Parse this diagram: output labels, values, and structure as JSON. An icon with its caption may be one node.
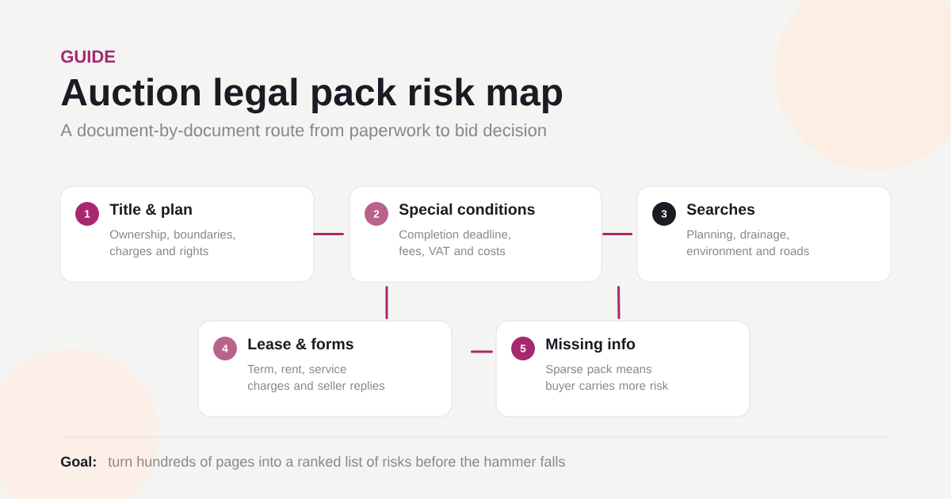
{
  "diagram": {
    "title": "Auction legal pack risk map",
    "nodes": [
      {
        "text": [
          "Title & plan",
          "Ownership, boundaries, charges and rights"
        ]
      },
      {
        "text": [
          "1"
        ],
        "in": 0
      },
      {
        "text": [
          "Special conditions",
          "Completion deadline, fees, VAT and costs"
        ]
      },
      {
        "text": [
          "2"
        ],
        "in": 2
      },
      {
        "text": [
          "Searches",
          "Planning, drainage, environment and roads"
        ]
      },
      {
        "text": [
          "3"
        ],
        "in": 4
      },
      {
        "text": [
          "Lease & forms",
          "Term, rent, service charges and seller replies"
        ]
      },
      {
        "text": [
          "4"
        ],
        "in": 6
      },
      {
        "text": [
          "Missing info",
          "Sparse pack means buyer carries more risk"
        ]
      },
      {
        "text": [
          "5"
        ],
        "in": 8
      }
    ],
    "edges": [
      {
        "from": 0,
        "to": 2,
        "arrow": "none"
      },
      {
        "from": 2,
        "to": 4,
        "arrow": "none"
      },
      {
        "from": 2,
        "to": 6,
        "arrow": "none"
      },
      {
        "from": 4,
        "to": 8,
        "arrow": "none"
      },
      {
        "from": 6,
        "to": 8,
        "arrow": "none"
      }
    ],
    "labels": [
      "GUIDE",
      "A document-by-document route from paperwork to bid decision",
      "Goal:",
      "turn hundreds of pages into a ranked list of risks before the hammer falls"
    ]
  }
}
